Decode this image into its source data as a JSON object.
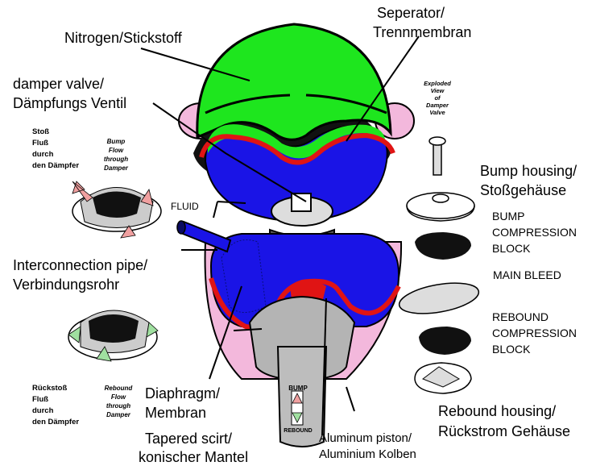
{
  "labels": {
    "nitrogen": [
      "Nitrogen/Stickstoff"
    ],
    "separator": [
      "Seperator/",
      "Trennmembran"
    ],
    "damper_valve": [
      "damper valve/",
      "Dämpfungs Ventil"
    ],
    "exploded_view": [
      "Exploded",
      "View",
      "of",
      "Damper",
      "Valve"
    ],
    "stoss_fluss": [
      "Stoß",
      "Fluß",
      "durch",
      "den Dämpfer"
    ],
    "bump_flow": [
      "Bump",
      "Flow",
      "through",
      "Damper"
    ],
    "fluid": "FLUID",
    "bump_housing": [
      "Bump housing/",
      "Stoßgehäuse"
    ],
    "bump_compression_block": [
      "BUMP",
      "COMPRESSION",
      "BLOCK"
    ],
    "interconnection_pipe": [
      "Interconnection pipe/",
      "Verbindungsrohr"
    ],
    "main_bleed": "MAIN BLEED",
    "rebound_compression_block": [
      "REBOUND",
      "COMPRESSION",
      "BLOCK"
    ],
    "rueckstoss_fluss": [
      "Rückstoß",
      "Fluß",
      "durch",
      "den Dämpfer"
    ],
    "rebound_flow": [
      "Rebound",
      "Flow",
      "through",
      "Damper"
    ],
    "diaphragm": [
      "Diaphragm/",
      "Membran"
    ],
    "rebound_housing": [
      "Rebound housing/",
      "Rückstrom Gehäuse"
    ],
    "tapered_skirt": [
      "Tapered scirt/",
      "konischer Mantel"
    ],
    "aluminum_piston": [
      "Aluminum piston/",
      "Aluminium Kolben"
    ],
    "piston_bump": "BUMP",
    "piston_rebound": "REBOUND"
  },
  "colors": {
    "nitrogen_green": "#1ee61e",
    "fluid_blue": "#1a14e6",
    "separator_red": "#e01414",
    "diaphragm_red": "#e01414",
    "shell_pink": "#f3b8dc",
    "skirt_gray": "#b4b4b4",
    "flow_pink": "#f0a0a0",
    "flow_green": "#a0e0a0",
    "outline_black": "#000000"
  }
}
